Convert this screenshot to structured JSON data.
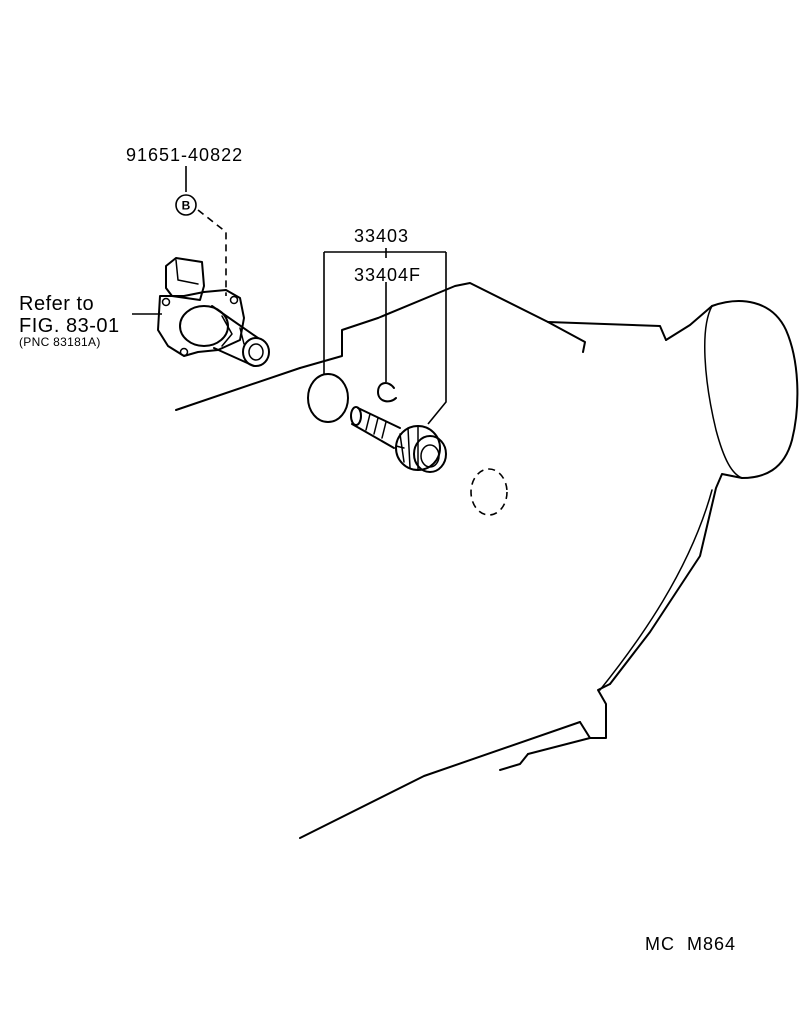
{
  "parts": {
    "bolt": {
      "number": "91651-40822",
      "badge": "B"
    },
    "driven_gear_kit": {
      "number": "33403"
    },
    "clip": {
      "number": "33404F"
    }
  },
  "reference": {
    "line1": "Refer to",
    "line2": "FIG. 83-01",
    "line3": "(PNC 83181A)"
  },
  "diagram_code": "MC  M864"
}
